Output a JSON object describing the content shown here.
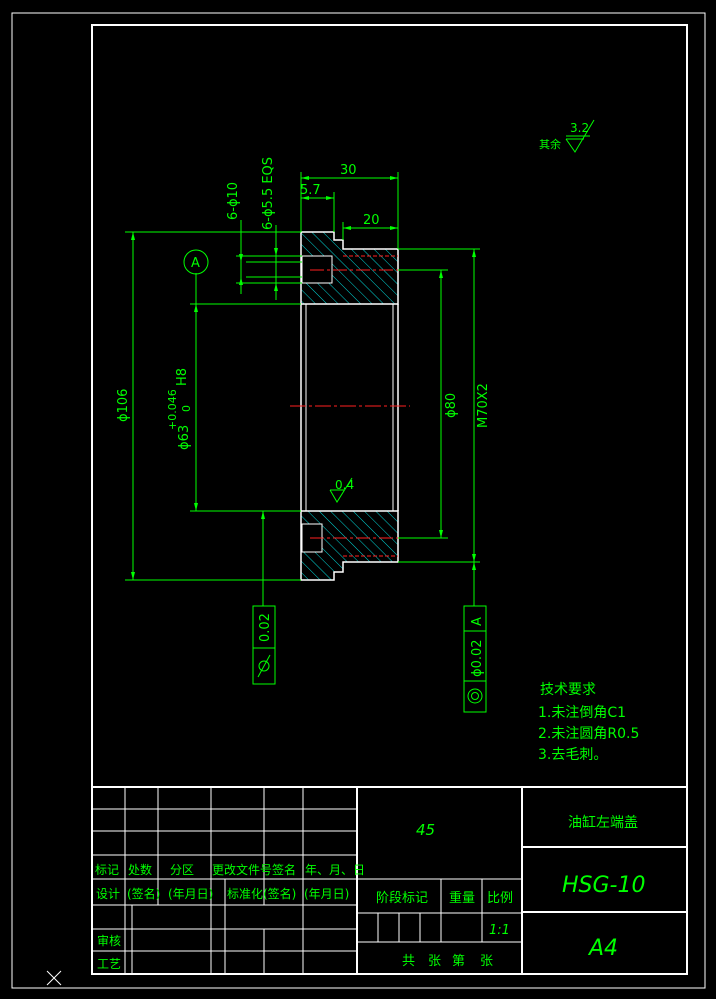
{
  "colors": {
    "background": "#000000",
    "frame": "#ffffff",
    "annotation": "#00ff00",
    "hatch": "#00d8d8",
    "centerline": "#ff2020"
  },
  "dimensions": {
    "d30": "30",
    "d5_7": "5.7",
    "d20": "20",
    "holes10": "6-ϕ10",
    "holes5_5": "6-ϕ5.5 EQS",
    "datum_a": "A",
    "d106": "ϕ106",
    "d63": "ϕ63",
    "d63_tol_upper": "+0.046",
    "d63_tol_lower": "0",
    "d63_fit": "H8",
    "d80": "ϕ80",
    "thread": "M70X2",
    "roughness_inner": "0.4"
  },
  "roughness": {
    "value": "3.2",
    "label": "其余"
  },
  "tolerances": {
    "cyl_value": "0.02",
    "conc_value": "ϕ0.02",
    "conc_datum": "A"
  },
  "notes": {
    "title": "技术要求",
    "line1": "1.未注倒角C1",
    "line2": "2.未注圆角R0.5",
    "line3": "3.去毛刺。"
  },
  "title_block": {
    "material": "45",
    "part_name": "油缸左端盖",
    "drawing_no": "HSG-10",
    "sheet_size": "A4",
    "headers": [
      "标记",
      "处数",
      "分区",
      "更改文件号",
      "签名",
      "年、月、日"
    ],
    "row_design": [
      "设计",
      "(签名)",
      "(年月日)",
      "标准化",
      "(签名)",
      "(年月日)"
    ],
    "stage_mark": "阶段标记",
    "weight": "重量",
    "scale_label": "比例",
    "scale": "1:1",
    "review": "审核",
    "process": "工艺",
    "sheets": [
      "共",
      "张",
      "第",
      "张"
    ]
  }
}
